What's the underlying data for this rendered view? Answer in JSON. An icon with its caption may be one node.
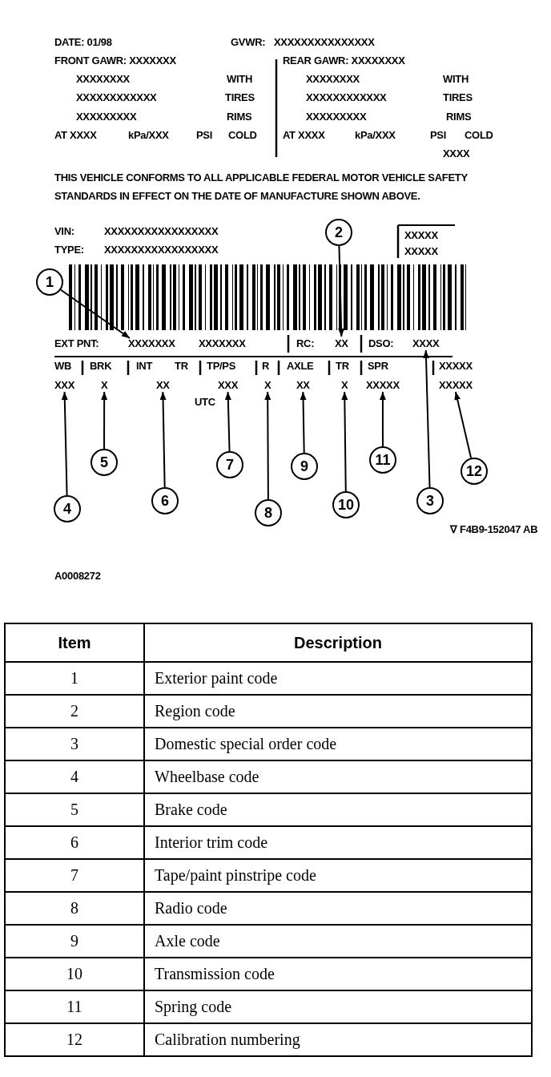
{
  "diagram": {
    "nodes": [
      {
        "text": [
          "1"
        ]
      },
      {
        "text": [
          "2"
        ]
      },
      {
        "text": [
          "3"
        ]
      },
      {
        "text": [
          "4"
        ]
      },
      {
        "text": [
          "5"
        ]
      },
      {
        "text": [
          "6"
        ]
      },
      {
        "text": [
          "7"
        ]
      },
      {
        "text": [
          "8"
        ]
      },
      {
        "text": [
          "9"
        ]
      },
      {
        "text": [
          "10"
        ]
      },
      {
        "text": [
          "11"
        ]
      },
      {
        "text": [
          "12"
        ]
      },
      {
        "text": [
          "XXXXXXX"
        ]
      },
      {
        "text": [
          "XX"
        ]
      },
      {
        "text": [
          "XXXX"
        ]
      },
      {
        "text": [
          "XXX"
        ]
      },
      {
        "text": [
          "X"
        ]
      },
      {
        "text": [
          "XX"
        ]
      },
      {
        "text": [
          "XXX"
        ]
      },
      {
        "text": [
          "X"
        ]
      },
      {
        "text": [
          "XX"
        ]
      },
      {
        "text": [
          "X"
        ]
      },
      {
        "text": [
          "XXXXX"
        ]
      },
      {
        "text": [
          "XXXXX"
        ]
      }
    ],
    "edges": [
      {
        "from": 0,
        "to": 12,
        "arrow": "to"
      },
      {
        "from": 1,
        "to": 13,
        "arrow": "to"
      },
      {
        "from": 2,
        "to": 14,
        "arrow": "to"
      },
      {
        "from": 3,
        "to": 15,
        "arrow": "to"
      },
      {
        "from": 4,
        "to": 16,
        "arrow": "to"
      },
      {
        "from": 5,
        "to": 17,
        "arrow": "to"
      },
      {
        "from": 6,
        "to": 18,
        "arrow": "to"
      },
      {
        "from": 7,
        "to": 19,
        "arrow": "to"
      },
      {
        "from": 8,
        "to": 20,
        "arrow": "to"
      },
      {
        "from": 9,
        "to": 21,
        "arrow": "to"
      },
      {
        "from": 10,
        "to": 22,
        "arrow": "to"
      },
      {
        "from": 11,
        "to": 23,
        "arrow": "to"
      }
    ],
    "labels": [
      "DATE: 01/98",
      "GVWR:",
      "XXXXXXXXXXXXXXX",
      "FRONT GAWR: XXXXXXX",
      "REAR GAWR: XXXXXXXX",
      "XXXXXXXX",
      "WITH",
      "XXXXXXXX",
      "WITH",
      "XXXXXXXXXXXX",
      "TIRES",
      "XXXXXXXXXXXX",
      "TIRES",
      "XXXXXXXXX",
      "RIMS",
      "XXXXXXXXX",
      "RIMS",
      "AT XXXX",
      "kPa/XXX",
      "PSI",
      "COLD",
      "AT XXXX",
      "kPa/XXX",
      "PSI",
      "COLD",
      "XXXX",
      "THIS VEHICLE CONFORMS TO ALL APPLICABLE FEDERAL MOTOR VEHICLE SAFETY STANDARDS IN EFFECT ON THE DATE OF MANUFACTURE SHOWN ABOVE.",
      "VIN:",
      "XXXXXXXXXXXXXXXXX",
      "TYPE:",
      "XXXXXXXXXXXXXXXXX",
      "XXXXX",
      "XXXXX",
      "EXT PNT:",
      "XXXXXXX",
      "RC:",
      "DSO:",
      "WB",
      "BRK",
      "INT",
      "TR",
      "TP/PS",
      "R",
      "AXLE",
      "TR",
      "SPR",
      "XXXXX",
      "UTC",
      "∇ F4B9-152047 AB",
      "A0008272",
      "Item",
      "Description",
      "1",
      "Exterior paint code",
      "2",
      "Region code",
      "3",
      "Domestic special order code",
      "4",
      "Wheelbase code",
      "5",
      "Brake code",
      "6",
      "Interior trim code",
      "7",
      "Tape/paint pinstripe code",
      "8",
      "Radio code",
      "9",
      "Axle code",
      "10",
      "Transmission code",
      "11",
      "Spring code",
      "12",
      "Calibration numbering"
    ]
  }
}
